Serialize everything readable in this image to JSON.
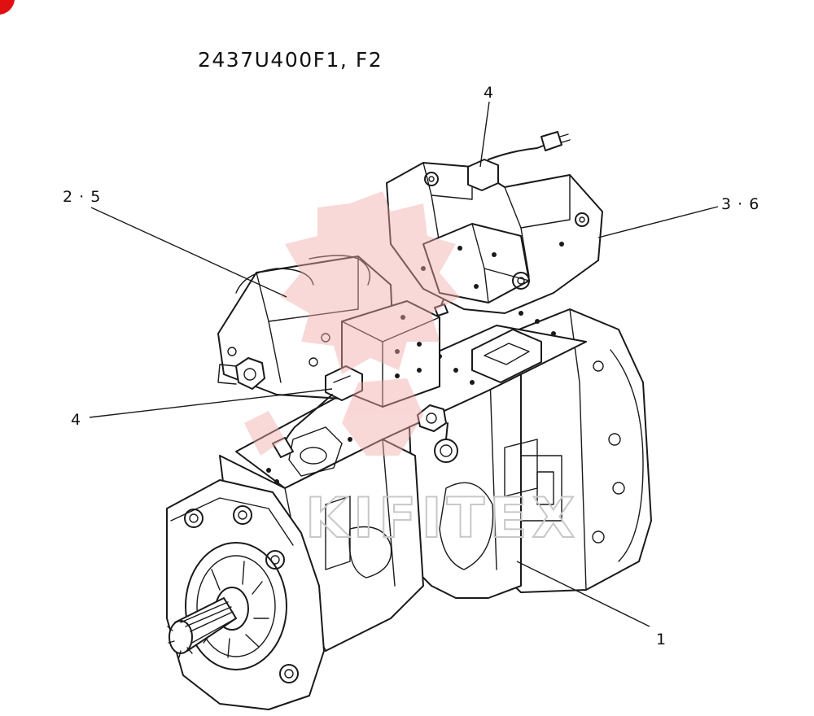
{
  "diagram": {
    "title": "2437U400F1, F2",
    "callouts": [
      {
        "id": "label-4-top",
        "text": "4"
      },
      {
        "id": "label-2-5",
        "text": "2 · 5"
      },
      {
        "id": "label-3-6",
        "text": "3 · 6"
      },
      {
        "id": "label-4-left",
        "text": "4"
      },
      {
        "id": "label-1",
        "text": "1"
      }
    ],
    "watermark_text": "KIFITEX",
    "colors": {
      "ink": "#1a1a1a",
      "watermark_red": "#f2a8a8",
      "watermark_gray": "#c8c8c8",
      "corner_mark": "#e01010"
    }
  }
}
